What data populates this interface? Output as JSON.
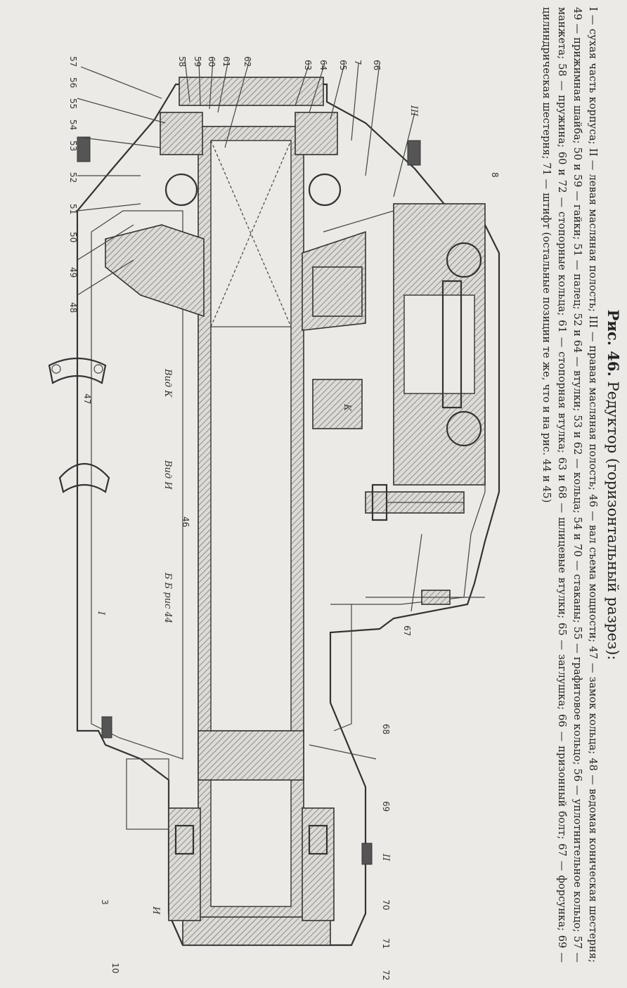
{
  "figure": {
    "title_number": "Рис. 46.",
    "title_text": "Редуктор (горизонтальный разрез):",
    "legend": "I — сухая часть корпуса; II — левая масляная полость; III — правая масляная полость; 46 — вал съема мощности; 47 — замок кольца; 48 — ведомая коническая шестерня; 49 — прижимная шайба; 50 и 59 — гайки; 51 — палец; 52 и 64 — втулки; 53 и 62 — кольца; 54 и 70 — стаканы; 55 — графитовое кольцо; 56 — уплотнительное кольцо; 57 — манжета; 58 — пружина; 60 и 72 — стопорные кольца; 61 — стопорная втулка; 63 и 68 — шлицевые втулки; 65 — заглушка; 66 — призонный болт; 67 — форсунка; 69 — цилиндрическая шестерня; 71 — штифт (остальные позиции те же, что и на рис. 44 и 45)"
  },
  "drawing": {
    "view_labels": [
      "Вид К",
      "Вид И",
      "Б Б рис 44"
    ],
    "section_marks": [
      "И",
      "К"
    ],
    "callouts_top": [
      "58",
      "59",
      "60",
      "61",
      "62",
      "63",
      "64",
      "65",
      "7",
      "66"
    ],
    "callouts_left": [
      "57",
      "56",
      "55",
      "54",
      "53",
      "52",
      "51",
      "50",
      "49",
      "48"
    ],
    "callouts_other": [
      "III",
      "8",
      "47",
      "46",
      "I",
      "67",
      "68",
      "69",
      "II",
      "70",
      "71",
      "72",
      "3",
      "10"
    ]
  }
}
